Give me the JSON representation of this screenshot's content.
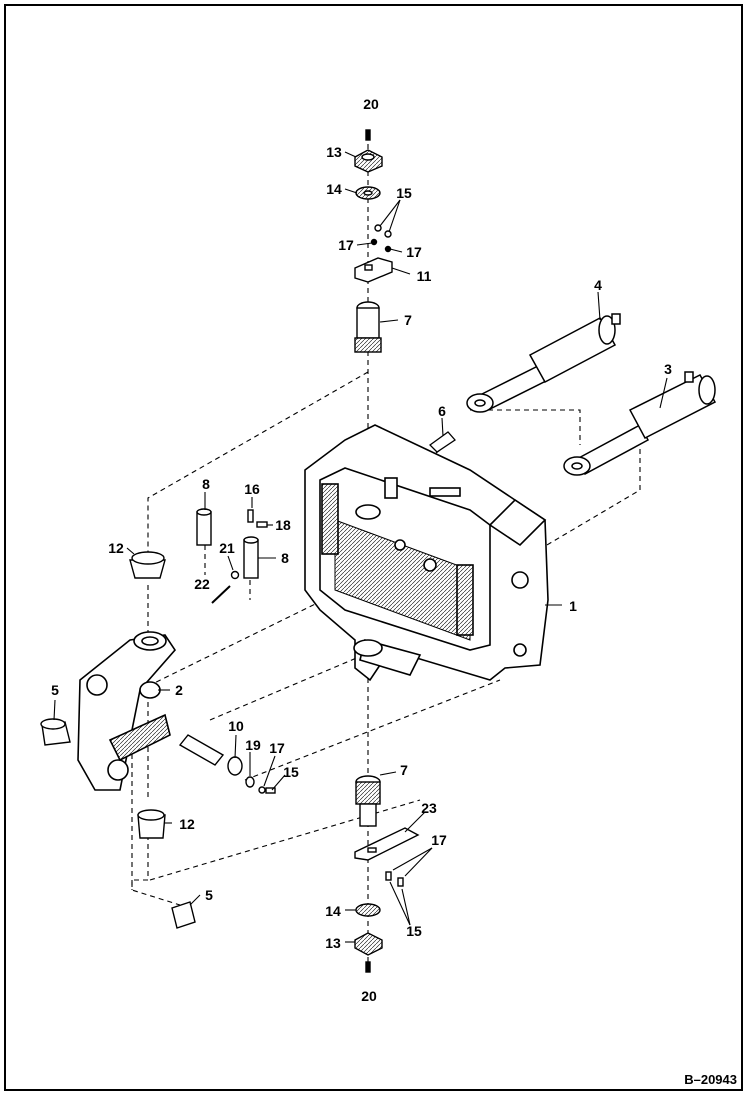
{
  "diagram": {
    "reference_code": "B–20943",
    "callouts": {
      "c1": "1",
      "c2": "2",
      "c3": "3",
      "c4": "4",
      "c5a": "5",
      "c5b": "5",
      "c6": "6",
      "c7a": "7",
      "c7b": "7",
      "c8a": "8",
      "c8b": "8",
      "c10": "10",
      "c11": "11",
      "c12a": "12",
      "c12b": "12",
      "c13a": "13",
      "c13b": "13",
      "c14a": "14",
      "c14b": "14",
      "c15a": "15",
      "c15b": "15",
      "c15c": "15",
      "c16": "16",
      "c17a": "17",
      "c17b": "17",
      "c17c": "17",
      "c17d": "17",
      "c18": "18",
      "c19": "19",
      "c20a": "20",
      "c20b": "20",
      "c21": "21",
      "c22": "22",
      "c23": "23"
    }
  }
}
